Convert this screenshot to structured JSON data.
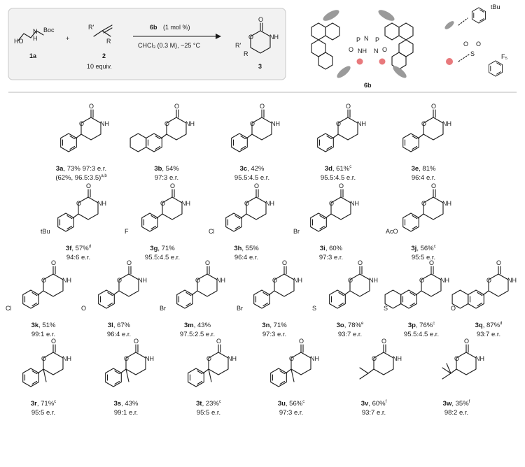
{
  "scheme": {
    "reagent_1a": {
      "boc": "Boc",
      "nh": "N",
      "h": "H",
      "label": "1a"
    },
    "reagent_2": {
      "r_prime": "R'",
      "r": "R",
      "label": "2",
      "equiv": "10 equiv."
    },
    "plus": "+",
    "conditions": {
      "catalyst": "6b",
      "loading": "(1 mol %)",
      "solvent": "CHCl₃ (0.3 M), −25 °C"
    },
    "product": {
      "label": "3",
      "r_prime": "R'",
      "r": "R"
    },
    "catalyst": {
      "label": "6b",
      "p": "P",
      "n": "N",
      "nh": "NH",
      "o": "O"
    },
    "legend": {
      "tbu": "tBu",
      "f5": "F₅"
    }
  },
  "compounds": [
    {
      "id": "3a",
      "yield": "73%",
      "er": "97:3 e.r.",
      "extra": "(62%, 96.5:3.5)",
      "extra_sup": "a,b"
    },
    {
      "id": "3b",
      "yield": "54%",
      "er": "97:3 e.r."
    },
    {
      "id": "3c",
      "yield": "42%",
      "er": "95.5:4.5 e.r."
    },
    {
      "id": "3d",
      "yield": "61%",
      "sup": "c",
      "er": "95.5:4.5 e.r."
    },
    {
      "id": "3e",
      "yield": "81%",
      "er": "96:4 e.r."
    },
    {
      "id": "3f",
      "yield": "57%",
      "sup": "d",
      "er": "94:6 e.r."
    },
    {
      "id": "3g",
      "yield": "71%",
      "er": "95.5:4.5 e.r."
    },
    {
      "id": "3h",
      "yield": "55%",
      "er": "96:4 e.r."
    },
    {
      "id": "3i",
      "yield": "60%",
      "er": "97:3 e.r."
    },
    {
      "id": "3j",
      "yield": "56%",
      "sup": "c",
      "er": "95:5 e.r."
    },
    {
      "id": "3k",
      "yield": "51%",
      "er": "99:1 e.r."
    },
    {
      "id": "3l",
      "yield": "67%",
      "er": "96:4 e.r."
    },
    {
      "id": "3m",
      "yield": "43%",
      "er": "97.5:2.5 e.r."
    },
    {
      "id": "3n",
      "yield": "71%",
      "er": "97:3 e.r."
    },
    {
      "id": "3o",
      "yield": "78%",
      "sup": "e",
      "er": "93:7 e.r."
    },
    {
      "id": "3p",
      "yield": "76%",
      "sup": "c",
      "er": "95.5:4.5 e.r."
    },
    {
      "id": "3q",
      "yield": "87%",
      "sup": "d",
      "er": "93:7 e.r."
    },
    {
      "id": "3r",
      "yield": "71%",
      "sup": "c",
      "er": "95:5 e.r."
    },
    {
      "id": "3s",
      "yield": "43%",
      "er": "99:1 e.r."
    },
    {
      "id": "3t",
      "yield": "23%",
      "sup": "c",
      "er": "95:5 e.r."
    },
    {
      "id": "3u",
      "yield": "56%",
      "sup": "c",
      "er": "97:3 e.r."
    },
    {
      "id": "3v",
      "yield": "60%",
      "sup": "f",
      "er": "93:7 e.r."
    },
    {
      "id": "3w",
      "yield": "35%",
      "sup": "f",
      "er": "98:2 e.r."
    }
  ],
  "substituents": {
    "tbu_f": "tBu",
    "f": "F",
    "cl": "Cl",
    "br": "Br",
    "aco": "AcO",
    "cl_k": "Cl",
    "ome": "O",
    "br_m": "Br",
    "br_n": "Br",
    "s_o": "S",
    "s_p": "S",
    "o_q": "O"
  },
  "ring_atoms": {
    "o": "O",
    "nh": "NH"
  },
  "colors": {
    "panel_bg": "#f2f2f2",
    "panel_border": "#c8c8c8",
    "accent_grey": "#9a9a9a",
    "accent_red": "#e8797c",
    "divider": "#d0d0d0"
  }
}
